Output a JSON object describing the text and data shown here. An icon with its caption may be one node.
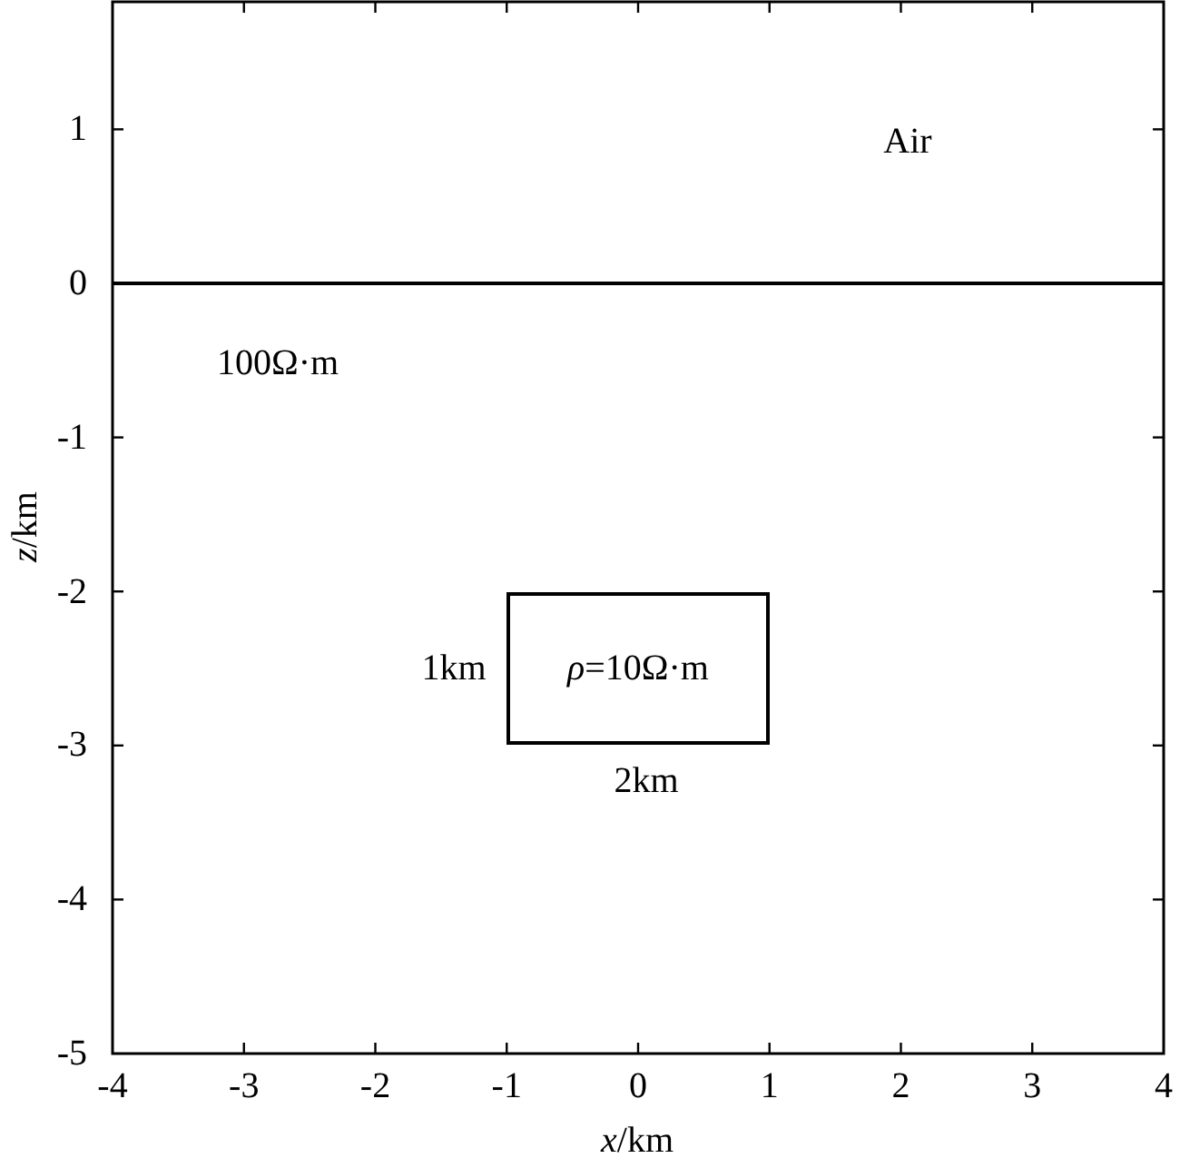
{
  "diagram": {
    "nodes": [
      {
        "text": [
          "*ρ*=10Ω·m"
        ]
      }
    ],
    "labels": [
      "1",
      "Air",
      "0",
      "100Ω·m",
      "-1",
      "*z*/km",
      "-2",
      "1km",
      "-3",
      "2km",
      "-4",
      "-5",
      "-4",
      "-3",
      "-2",
      "-1",
      "0",
      "1",
      "2",
      "3",
      "4",
      "*x*/km"
    ]
  }
}
